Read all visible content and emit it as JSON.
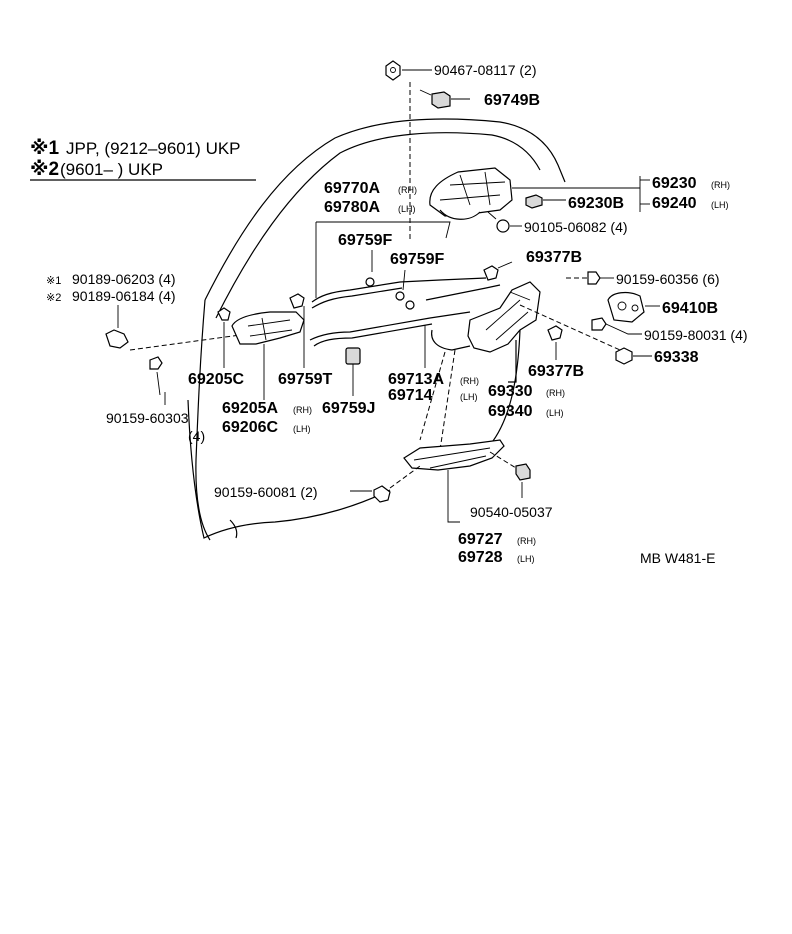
{
  "notes": [
    {
      "mark": "※1",
      "text": "JPP, (9212–9601) UKP"
    },
    {
      "mark": "※2",
      "text": "(9601–          ) UKP"
    }
  ],
  "labels": {
    "p90467_08117": "90467-08117 (2)",
    "p69749B": "69749B",
    "p69770A": "69770A",
    "p69780A": "69780A",
    "p69230": "69230",
    "p69240": "69240",
    "p69230B": "69230B",
    "p90105_06082": "90105-06082 (4)",
    "p69759F_a": "69759F",
    "p69759F_b": "69759F",
    "p69377B_top": "69377B",
    "p90159_60356": "90159-60356 (6)",
    "p69410B": "69410B",
    "p90159_80031": "90159-80031 (4)",
    "p69338": "69338",
    "p69377B_bottom": "69377B",
    "p90189_06203": "90189-06203 (4)",
    "p90189_06184": "90189-06184 (4)",
    "p69205C": "69205C",
    "p69759T": "69759T",
    "p69205A": "69205A",
    "p69206C": "69206C",
    "p69759J": "69759J",
    "p69713A": "69713A",
    "p69714": "69714",
    "p69330": "69330",
    "p69340": "69340",
    "p90159_60303": "90159-60303",
    "p90159_60303_qty": "(4)",
    "p90159_60081": "90159-60081 (2)",
    "p90540_05037": "90540-05037",
    "p69727": "69727",
    "p69728": "69728",
    "ref_code": "MB W481-E"
  },
  "suffixes": {
    "rh": "(RH)",
    "lh": "(LH)",
    "m1": "※1",
    "m2": "※2"
  }
}
